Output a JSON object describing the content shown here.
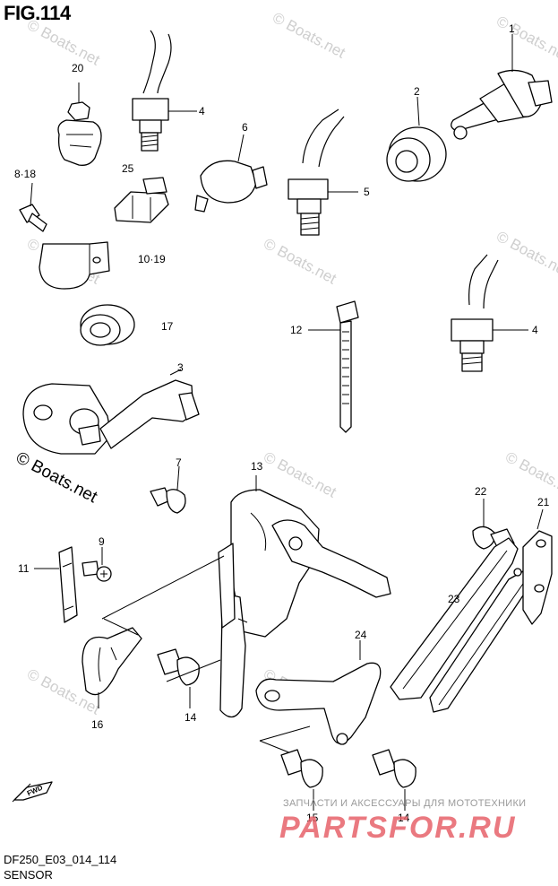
{
  "figure": {
    "title": "FIG.114"
  },
  "watermark": {
    "text": "© Boats.net",
    "faint_text": "© Boats.net"
  },
  "callouts": {
    "c1": "1",
    "c2": "2",
    "c3": "3",
    "c4a": "4",
    "c4b": "4",
    "c5": "5",
    "c6": "6",
    "c7": "7",
    "c8_18": "8·18",
    "c9": "9",
    "c10_19": "10·19",
    "c11": "11",
    "c12": "12",
    "c13": "13",
    "c14a": "14",
    "c14b": "14",
    "c15": "15",
    "c16": "16",
    "c17": "17",
    "c20": "20",
    "c21": "21",
    "c22": "22",
    "c23": "23",
    "c24": "24",
    "c25": "25"
  },
  "fwd_arrow": {
    "label": "FWD"
  },
  "footer": {
    "code": "DF250_E03_014_114",
    "name": "SENSOR"
  },
  "shop": {
    "tagline": "ЗАПЧАСТИ И АКСЕССУАРЫ ДЛЯ МОТОТЕХНИКИ",
    "logo": "PARTSFOR.RU"
  }
}
